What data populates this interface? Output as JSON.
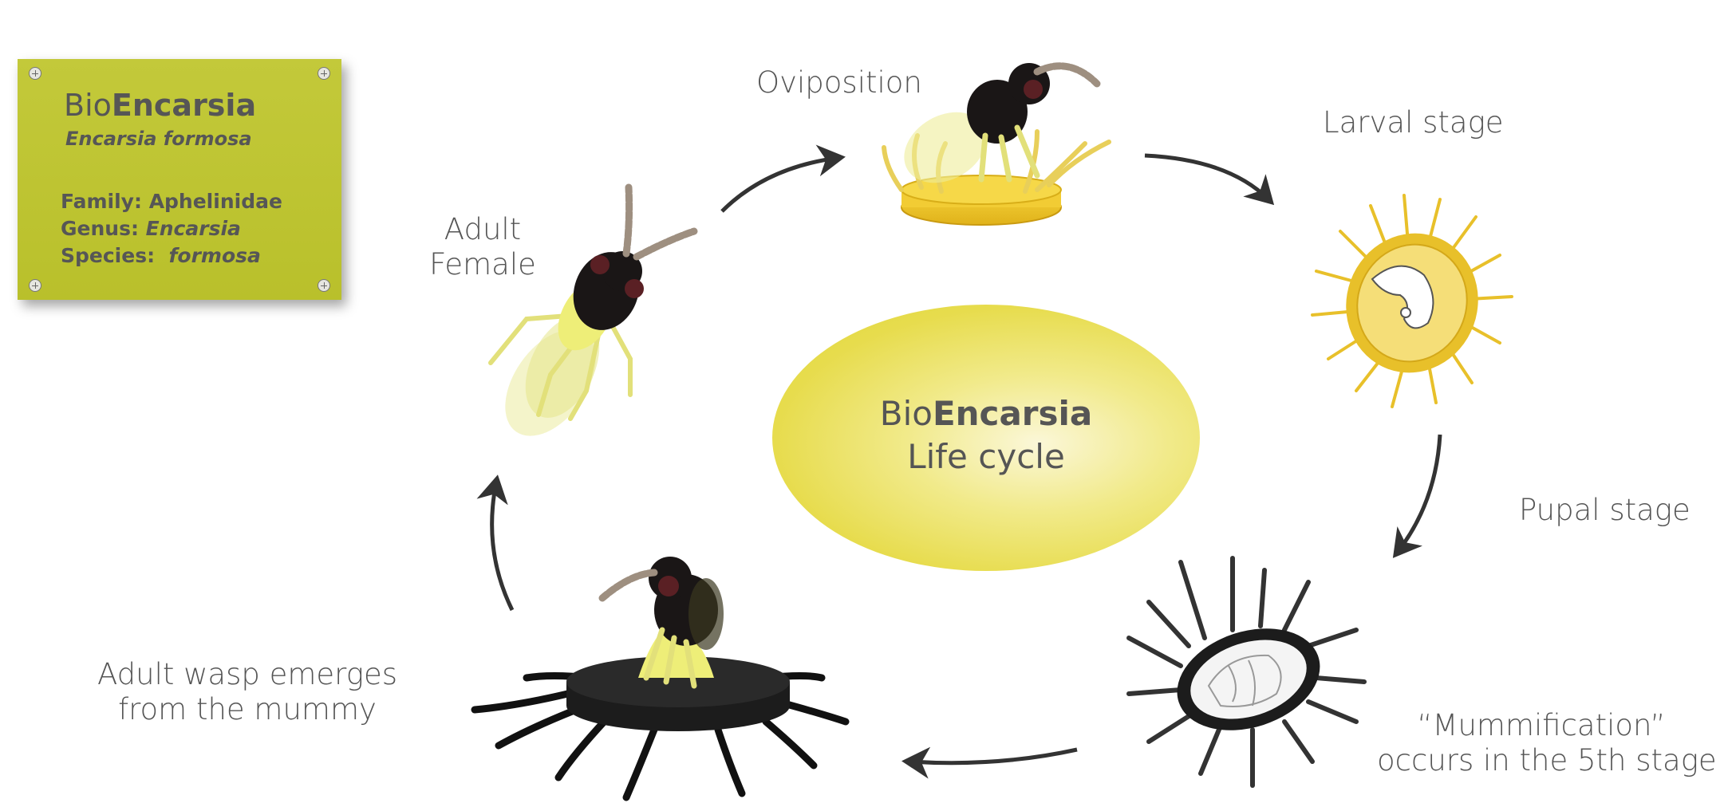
{
  "plate": {
    "brand_prefix": "Bio",
    "brand_bold": "Encarsia",
    "species_name": "Encarsia formosa",
    "family_label": "Family:",
    "family_value": "Aphelinidae",
    "genus_label": "Genus:",
    "genus_value": "Encarsia",
    "species_label": "Species:",
    "species_value": "formosa"
  },
  "center": {
    "brand_prefix": "Bio",
    "brand_bold": "Encarsia",
    "subtitle": "Life cycle"
  },
  "stages": {
    "oviposition": "Oviposition",
    "larval": "Larval stage",
    "pupal": "Pupal stage",
    "mummification_line1": "“Mummification”",
    "mummification_line2": "occurs in the 5th stage",
    "emergence_line1": "Adult wasp emerges",
    "emergence_line2": "from the mummy",
    "adult_line1": "Adult",
    "adult_line2": "Female"
  },
  "colors": {
    "plate": "#bcc22f",
    "wasp_body": "#1a1616",
    "wasp_eye": "#5a2024",
    "wasp_legs": "#e2e07a",
    "larva_yellow": "#e8c02a",
    "mummy_black": "#1c1c1c",
    "arrow": "#333333",
    "text": "#555555"
  }
}
